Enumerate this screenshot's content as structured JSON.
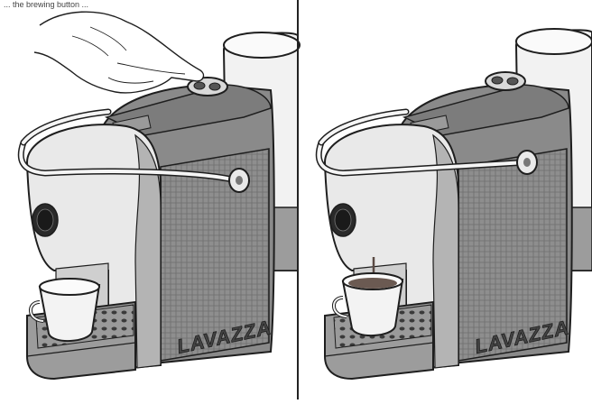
{
  "caption": "... the brewing button ...",
  "panels": [
    {
      "name": "press-button",
      "logo_text": "LAVAZZA",
      "badge_text": "LAVAZZA"
    },
    {
      "name": "dispensing",
      "logo_text": "LAVAZZA",
      "badge_text": "LAVAZZA"
    }
  ],
  "colors": {
    "body_dark": "#8a8a8a",
    "body_mid": "#b4b4b4",
    "body_light": "#e9e9e9",
    "outline": "#1e1e1e",
    "coffee": "#6b5a52"
  },
  "icons": [
    "hand-icon",
    "coffee-cup-icon"
  ]
}
